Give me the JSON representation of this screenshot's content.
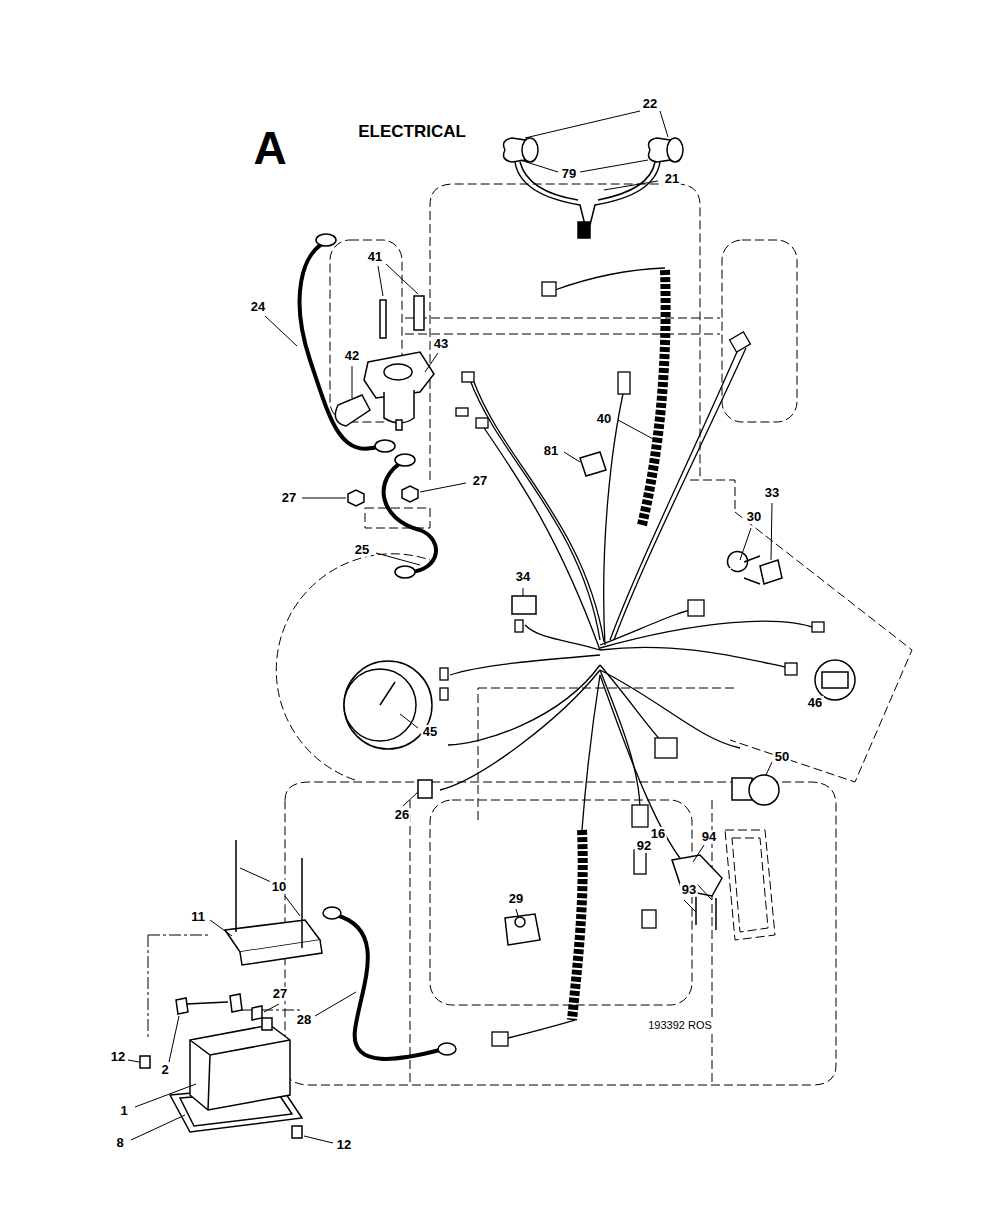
{
  "diagram": {
    "title": "ELECTRICAL",
    "labels": [
      "A",
      "22",
      "79",
      "21",
      "41",
      "24",
      "43",
      "42",
      "40",
      "81",
      "27",
      "27",
      "25",
      "34",
      "30",
      "33",
      "46",
      "45",
      "50",
      "26",
      "16",
      "94",
      "92",
      "29",
      "93",
      "10",
      "11",
      "27",
      "28",
      "12",
      "2",
      "1",
      "8",
      "12",
      "193392 ROS"
    ]
  }
}
